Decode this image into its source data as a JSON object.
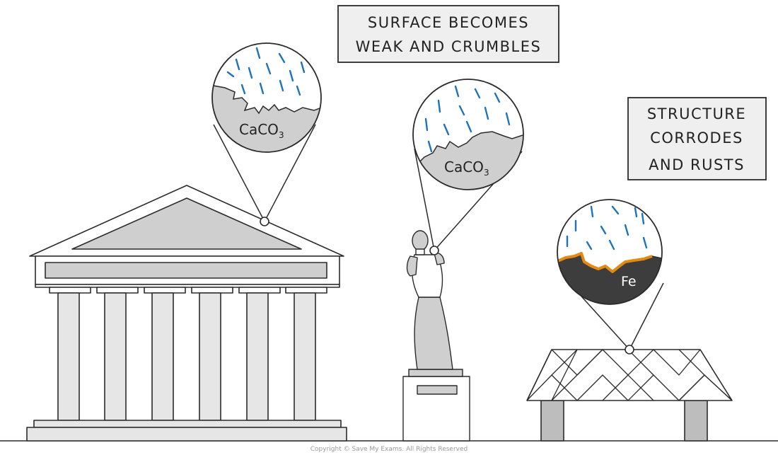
{
  "labels": {
    "acid_rain_weathering": [
      "SURFACE BECOMES",
      "WEAK AND CRUMBLES"
    ],
    "corrosion": [
      "STRUCTURE",
      "CORRODES",
      "AND RUSTS"
    ]
  },
  "materials": {
    "temple": {
      "formula": "CaCO",
      "subscript": "3"
    },
    "statue": {
      "formula": "CaCO",
      "subscript": "3"
    },
    "iron_structure": {
      "symbol": "Fe"
    }
  },
  "footer": {
    "copyright": "Copyright © Save My Exams. All Rights Reserved"
  },
  "colors": {
    "outline": "#2b2b2b",
    "stone": "#cfcfcf",
    "pillar_fill": "#e6e6e6",
    "raindrop": "#1e73be",
    "iron": "#3d3d3d",
    "rust": "#e38a12",
    "label_box": "#efefef"
  }
}
